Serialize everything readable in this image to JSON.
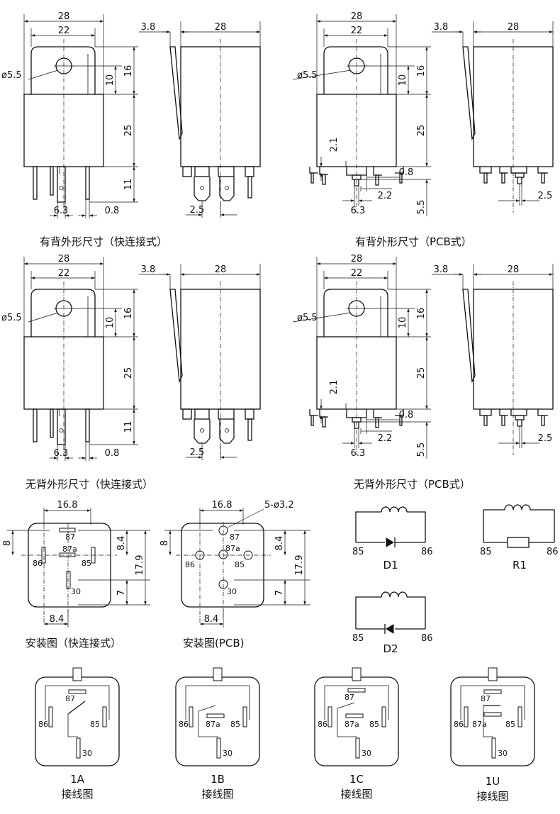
{
  "dims": {
    "w28": "28",
    "w22": "22",
    "d3_8": "3.8",
    "dia": "ø5.5",
    "h16": "16",
    "h10": "10",
    "h25": "25",
    "h11": "11",
    "w6_3": "6.3",
    "w0_8": "0.8",
    "w2_5": "2.5",
    "h2_1": "2.1",
    "w2_2": "2.2",
    "h5_5": "5.5",
    "m16_8": "16.8",
    "m8": "8",
    "m8_4": "8.4",
    "m17_9": "17.9",
    "m7": "7",
    "holes": "5-ø3.2"
  },
  "pins": {
    "p87": "87",
    "p87a": "87a",
    "p86": "86",
    "p85": "85",
    "p30": "30"
  },
  "captions": {
    "row1_left": "有背外形尺寸（快连接式）",
    "row1_right": "有背外形尺寸（PCB式）",
    "row2_left": "无背外形尺寸（快连接式）",
    "row2_right": "无背外形尺寸（PCB式）",
    "install_quick": "安装图（快连接式）",
    "install_pcb": "安装图(PCB)"
  },
  "coil": {
    "d1": "D1",
    "r1": "R1",
    "d2": "D2"
  },
  "wiring": {
    "w1a": {
      "code": "1A",
      "label": "接线图"
    },
    "w1b": {
      "code": "1B",
      "label": "接线图"
    },
    "w1c": {
      "code": "1C",
      "label": "接线图"
    },
    "w1u": {
      "code": "1U",
      "label": "接线图"
    }
  }
}
